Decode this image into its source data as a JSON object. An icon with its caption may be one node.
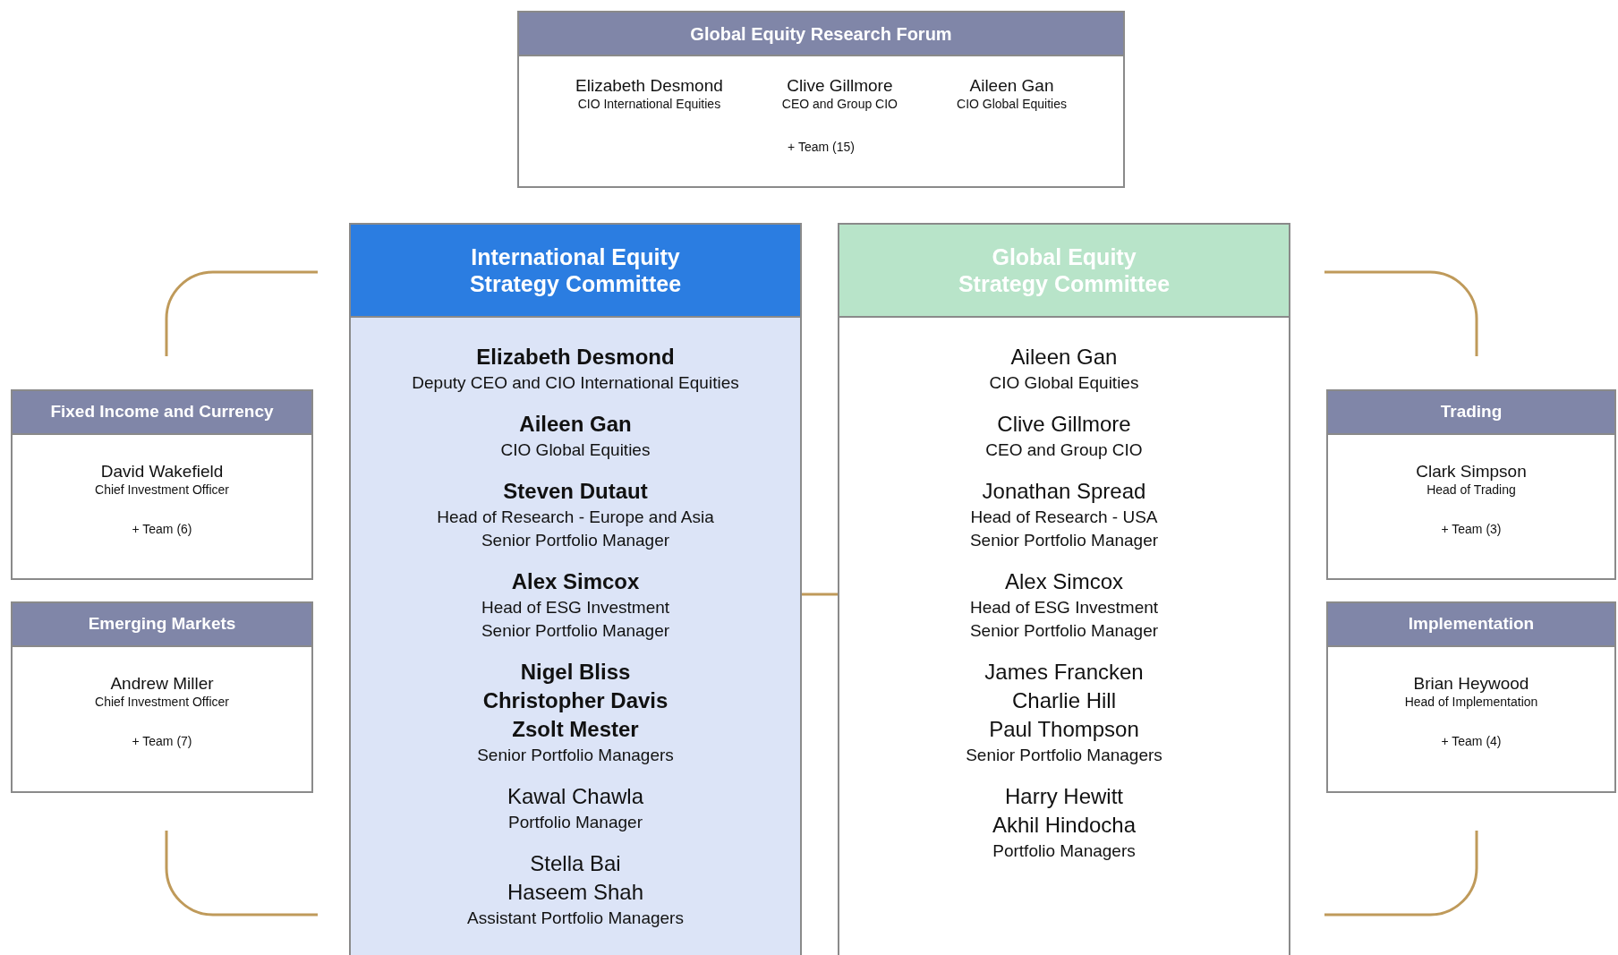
{
  "diagram": {
    "nodes": [
      {
        "text": [
          "Global Equity Research Forum",
          "Elizabeth Desmond",
          "CIO International Equities",
          "Clive Gillmore",
          "CEO and Group CIO",
          "Aileen Gan",
          "CIO Global Equities",
          "+ Team (15)"
        ]
      },
      {
        "text": [
          "Fixed Income and Currency",
          "David Wakefield",
          "Chief Investment Officer",
          "+ Team (6)"
        ]
      },
      {
        "text": [
          "International Equity Strategy Committee",
          "Elizabeth Desmond",
          "Deputy CEO and CIO International Equities",
          "Aileen Gan",
          "CIO Global Equities",
          "Steven Dutaut",
          "Head of Research - Europe and Asia",
          "Senior Portfolio Manager",
          "Alex Simcox",
          "Head of ESG Investment",
          "Senior Portfolio Manager",
          "Nigel Bliss",
          "Christopher Davis",
          "Zsolt Mester",
          "Senior Portfolio Managers",
          "Kawal Chawla",
          "Portfolio Manager",
          "Stella Bai",
          "Haseem Shah",
          "Assistant Portfolio Managers"
        ]
      },
      {
        "text": [
          "Global Equity Strategy Committee",
          "Aileen Gan",
          "CIO Global Equities",
          "Clive Gillmore",
          "CEO and Group CIO",
          "Jonathan Spread",
          "Head of Research - USA",
          "Senior Portfolio Manager",
          "Alex Simcox",
          "Head of ESG Investment",
          "Senior Portfolio Manager",
          "James Francken",
          "Charlie Hill",
          "Paul Thompson",
          "Senior Portfolio Managers",
          "Harry Hewitt",
          "Akhil Hindocha",
          "Portfolio Managers"
        ]
      },
      {
        "text": [
          "Trading",
          "Clark Simpson",
          "Head of Trading",
          "+ Team (3)"
        ]
      },
      {
        "text": [
          "Emerging Markets",
          "Andrew Miller",
          "Chief Investment Officer",
          "+ Team (7)"
        ]
      },
      {
        "text": [
          "Implementation",
          "Brian Heywood",
          "Head of Implementation",
          "+ Team (4)"
        ]
      }
    ],
    "edges": [
      {
        "from": 2,
        "to": 3,
        "arrow": "none"
      }
    ]
  }
}
